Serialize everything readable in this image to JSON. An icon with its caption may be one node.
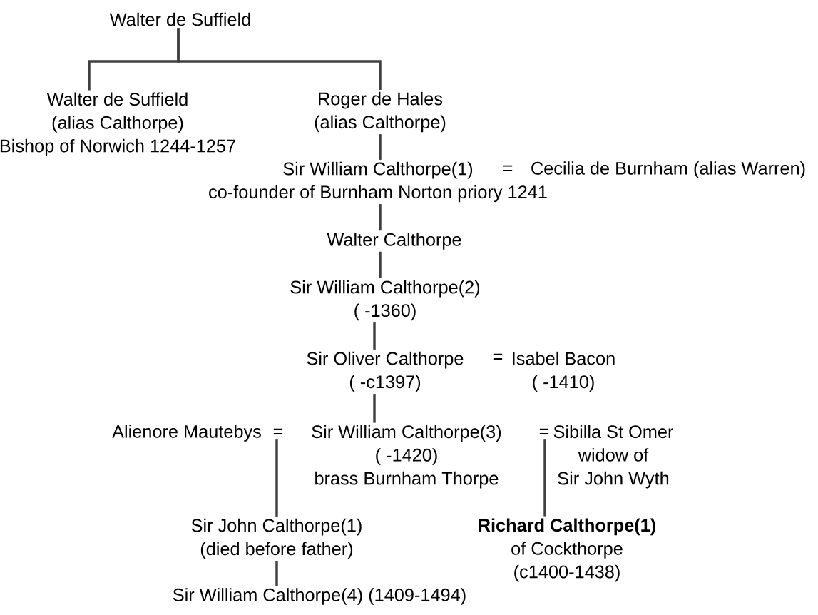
{
  "diagram": {
    "nodes": [
      {
        "text": [
          "Walter de Suffield"
        ]
      },
      {
        "text": [
          "Walter de Suffield",
          "(alias Calthorpe)",
          "Bishop of Norwich 1244-1257"
        ]
      },
      {
        "text": [
          "Roger de Hales",
          "(alias Calthorpe)"
        ]
      },
      {
        "text": [
          "Sir William Calthorpe(1)",
          "co-founder of Burnham Norton priory 1241"
        ]
      },
      {
        "text": [
          "Cecilia de Burnham (alias Warren)"
        ]
      },
      {
        "text": [
          "Walter Calthorpe"
        ]
      },
      {
        "text": [
          "Sir William Calthorpe(2)",
          "( -1360)"
        ]
      },
      {
        "text": [
          "Sir Oliver Calthorpe",
          "( -c1397)"
        ]
      },
      {
        "text": [
          "Isabel Bacon",
          "( -1410)"
        ]
      },
      {
        "text": [
          "Alienore Mautebys"
        ]
      },
      {
        "text": [
          "="
        ]
      },
      {
        "text": [
          "Sir William Calthorpe(3)",
          "( -1420)",
          "brass Burnham Thorpe"
        ]
      },
      {
        "text": [
          "="
        ]
      },
      {
        "text": [
          "Sibilla St Omer",
          "widow of",
          "Sir John Wyth"
        ]
      },
      {
        "text": [
          "Sir John Calthorpe(1)",
          "(died before father)"
        ]
      },
      {
        "text": [
          "Richard Calthorpe(1)",
          "of Cockthorpe",
          "(c1400-1438)"
        ]
      },
      {
        "text": [
          "Sir William Calthorpe(4)  (1409-1494)"
        ]
      }
    ],
    "edges": [
      {
        "from": 0,
        "to": 1,
        "arrow": "none"
      },
      {
        "from": 0,
        "to": 2,
        "arrow": "none"
      },
      {
        "from": 2,
        "to": 3,
        "arrow": "none"
      },
      {
        "from": 3,
        "to": 5,
        "arrow": "none"
      },
      {
        "from": 5,
        "to": 6,
        "arrow": "none"
      },
      {
        "from": 6,
        "to": 7,
        "arrow": "none"
      },
      {
        "from": 7,
        "to": 11,
        "arrow": "none"
      },
      {
        "from": 10,
        "to": 14,
        "arrow": "none"
      },
      {
        "from": 12,
        "to": 15,
        "arrow": "none"
      },
      {
        "from": 14,
        "to": 16,
        "arrow": "none"
      }
    ],
    "labels": [
      "=",
      "="
    ]
  }
}
